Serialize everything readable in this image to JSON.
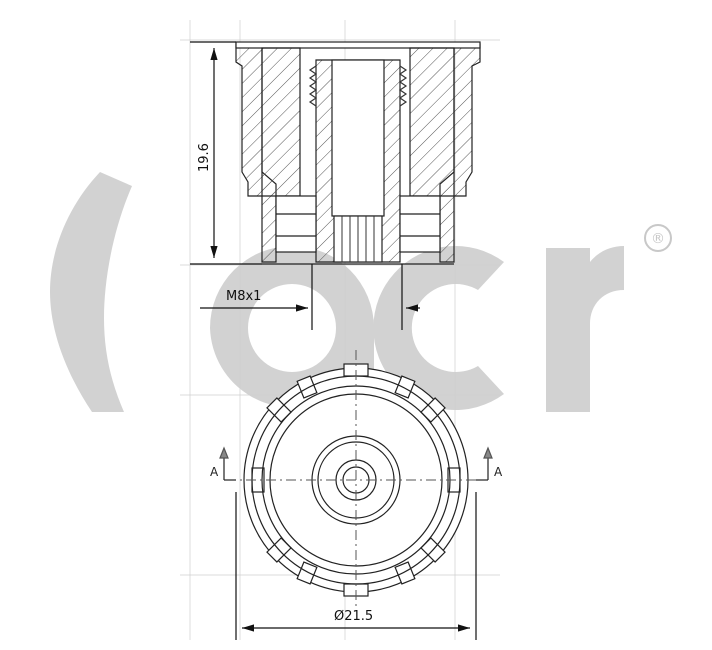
{
  "logo": {
    "text": "acr",
    "registered_mark": "®",
    "color": "#d2d2d2"
  },
  "dimensions": {
    "height": "19.6",
    "thread": "M8x1",
    "diameter": "Ø21.5"
  },
  "section_marks": {
    "left": "A",
    "right": "A"
  }
}
